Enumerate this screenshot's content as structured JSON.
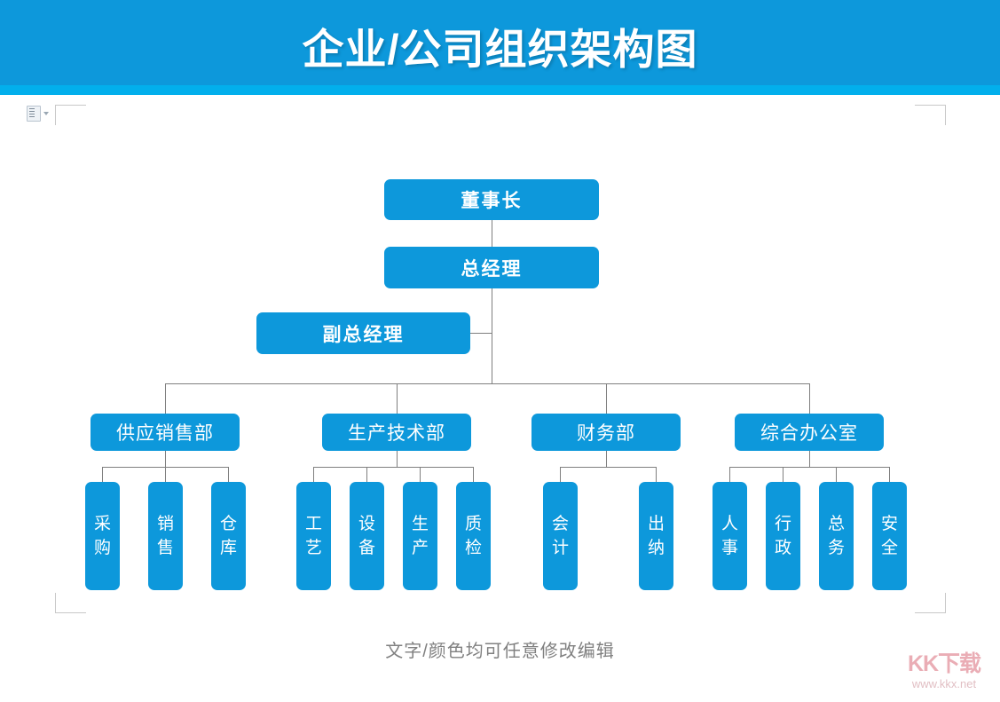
{
  "banner": {
    "title": "企业/公司组织架构图",
    "color": "#0D98DB",
    "stripe_color": "#02AFEC"
  },
  "toolbar": {
    "paste_icon": "paste-options-icon",
    "caret_icon": "chevron-down-icon"
  },
  "chart_data": {
    "type": "diagram",
    "title": "企业/公司组织架构图",
    "node_color": "#0D98DB",
    "line_color": "#7f7f7f",
    "text_color": "#ffffff",
    "top": [
      {
        "label": "董事长"
      },
      {
        "label": "总经理"
      },
      {
        "label": "副总经理"
      }
    ],
    "departments": [
      {
        "label": "供应销售部",
        "children": [
          {
            "label": "采购",
            "chars": [
              "采",
              "购"
            ]
          },
          {
            "label": "销售",
            "chars": [
              "销",
              "售"
            ]
          },
          {
            "label": "仓库",
            "chars": [
              "仓",
              "库"
            ]
          }
        ]
      },
      {
        "label": "生产技术部",
        "children": [
          {
            "label": "工艺",
            "chars": [
              "工",
              "艺"
            ]
          },
          {
            "label": "设备",
            "chars": [
              "设",
              "备"
            ]
          },
          {
            "label": "生产",
            "chars": [
              "生",
              "产"
            ]
          },
          {
            "label": "质检",
            "chars": [
              "质",
              "检"
            ]
          }
        ]
      },
      {
        "label": "财务部",
        "children": [
          {
            "label": "会计",
            "chars": [
              "会",
              "计"
            ]
          },
          {
            "label": "出纳",
            "chars": [
              "出",
              "纳"
            ]
          }
        ]
      },
      {
        "label": "综合办公室",
        "children": [
          {
            "label": "人事",
            "chars": [
              "人",
              "事"
            ]
          },
          {
            "label": "行政",
            "chars": [
              "行",
              "政"
            ]
          },
          {
            "label": "总务",
            "chars": [
              "总",
              "务"
            ]
          },
          {
            "label": "安全",
            "chars": [
              "安",
              "全"
            ]
          }
        ]
      }
    ]
  },
  "caption": "文字/颜色均可任意修改编辑",
  "watermark": {
    "logo": "KK下载",
    "url": "www.kkx.net"
  }
}
